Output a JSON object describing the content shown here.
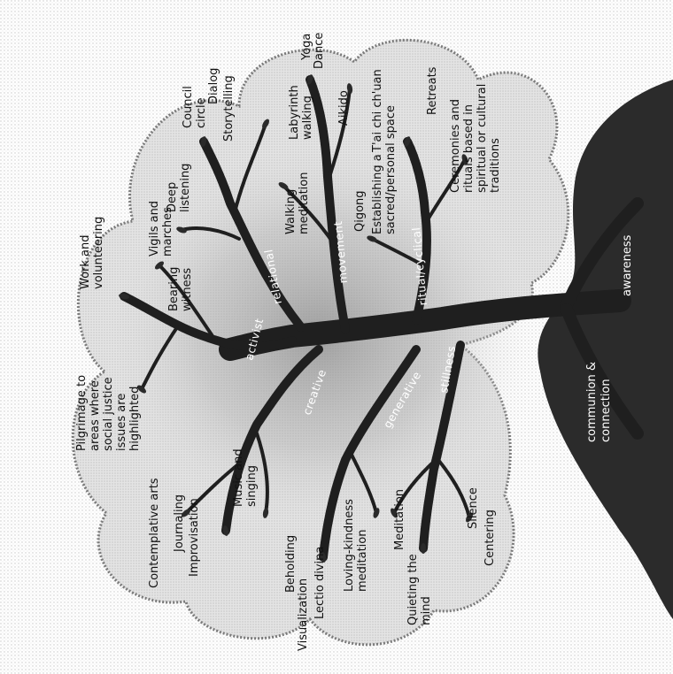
{
  "roots": {
    "awareness": "awareness",
    "communion_line1": "communion &",
    "communion_line2": "connection"
  },
  "branches": {
    "activist": "activist",
    "relational": "relational",
    "movement": "movement",
    "ritual": "ritual/cyclical",
    "creative": "creative",
    "generative": "generative",
    "stillness": "stillness"
  },
  "practices": {
    "council_circle": [
      "Council",
      "circle"
    ],
    "dialog": [
      "Dialog"
    ],
    "storytelling": [
      "Storytelling"
    ],
    "deep_listening": [
      "Deep",
      "listening"
    ],
    "yoga": [
      "Yoga"
    ],
    "dance": [
      "Dance"
    ],
    "labyrinth": [
      "Labyrinth",
      "walking"
    ],
    "aikido": [
      "Aikido"
    ],
    "walking_meditation": [
      "Walking",
      "meditation"
    ],
    "tai_chi": [
      "T'ai chi ch'uan"
    ],
    "qigong": [
      "Qigong"
    ],
    "retreats": [
      "Retreats"
    ],
    "ceremonies": [
      "Ceremonies and",
      "rituals based in",
      "spiritual or cultural",
      "traditions"
    ],
    "sacred_space": [
      "Establishing a",
      "sacred/personal space"
    ],
    "vigils": [
      "Vigils and",
      "marches"
    ],
    "bearing_witness": [
      "Bearing",
      "witness"
    ],
    "work_volunteering": [
      "Work and",
      "volunteering"
    ],
    "pilgrimage": [
      "Pilgrimage to",
      "areas where",
      "social justice",
      "issues are",
      "highlighted"
    ],
    "contemplative_arts": [
      "Contemplative arts"
    ],
    "journaling": [
      "Journaling"
    ],
    "improvisation": [
      "Improvisation"
    ],
    "music_singing": [
      "Music and",
      "singing"
    ],
    "beholding": [
      "Beholding"
    ],
    "visualization": [
      "Visualization"
    ],
    "lectio_divina": [
      "Lectio divina"
    ],
    "loving_kindness": [
      "Loving-kindness",
      "meditation"
    ],
    "meditation": [
      "Meditation"
    ],
    "quieting_mind": [
      "Quieting the",
      "mind"
    ],
    "silence": [
      "Silence"
    ],
    "centering": [
      "Centering"
    ]
  },
  "colors": {
    "trunk": "#1f1f1f",
    "canopy_fill": "#e6e6e6",
    "canopy_edge": "#777777",
    "leaf": "#2a2a2a"
  }
}
